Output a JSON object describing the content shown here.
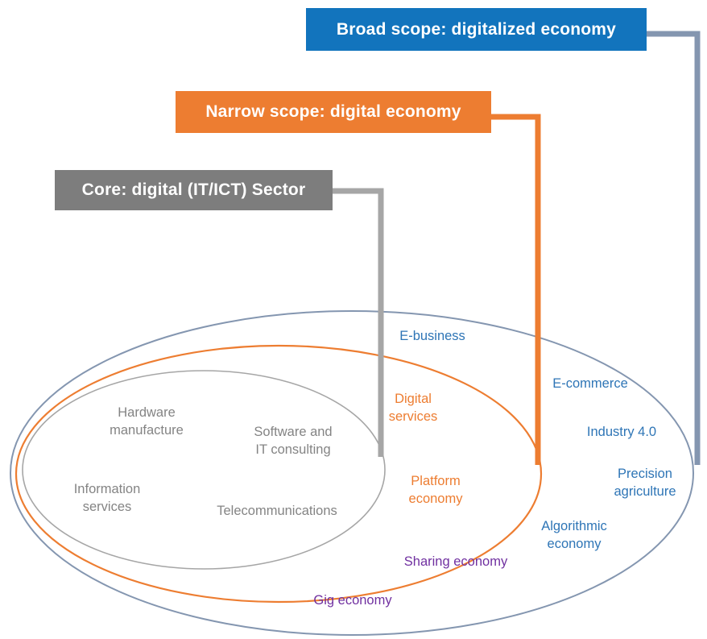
{
  "colors": {
    "broad_box": "#1274BD",
    "narrow_box": "#ED7D31",
    "core_box": "#7D7D7D",
    "broad_ellipse": "#8496B0",
    "narrow_ellipse": "#ED7D31",
    "core_ellipse": "#A6A6A6",
    "broad_connector": "#8496B0",
    "narrow_connector": "#ED7D31",
    "core_connector": "#A6A6A6",
    "label_blue": "#2E75B6",
    "label_orange": "#ED7D31",
    "label_purple": "#7030A0",
    "label_gray": "#848484",
    "box_text": "#FFFFFF"
  },
  "boxes": {
    "broad": "Broad scope: digitalized economy",
    "narrow": "Narrow scope: digital economy",
    "core": "Core: digital (IT/ICT) Sector"
  },
  "core_items": {
    "hardware": "Hardware\nmanufacture",
    "software": "Software and\nIT consulting",
    "information": "Information\nservices",
    "telecom": "Telecommunications"
  },
  "narrow_items": {
    "digital_services": "Digital\nservices",
    "platform_economy": "Platform\neconomy"
  },
  "overlap_items": {
    "sharing_economy": "Sharing economy",
    "gig_economy": "Gig economy"
  },
  "broad_items": {
    "e_business": "E-business",
    "e_commerce": "E-commerce",
    "industry_40": "Industry 4.0",
    "precision_agriculture": "Precision\nagriculture",
    "algorithmic_economy": "Algorithmic\neconomy"
  }
}
